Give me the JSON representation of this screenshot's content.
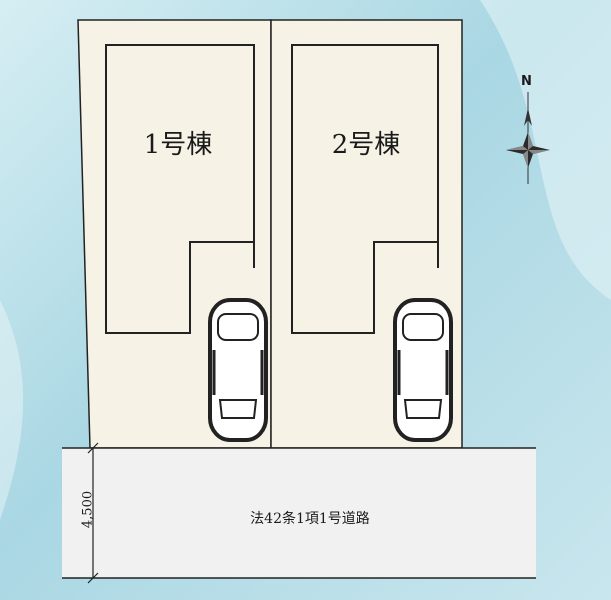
{
  "plan": {
    "lots": [
      {
        "label": "1号棟"
      },
      {
        "label": "2号棟"
      }
    ],
    "road": {
      "label": "法42条1項1号道路",
      "width_dimension": "4,500"
    },
    "compass": {
      "north_label": "N"
    },
    "colors": {
      "background": "#bfe0ea",
      "lot_fill": "#f6f3e6",
      "road_fill": "#f1f1f1",
      "line": "#222222"
    }
  }
}
